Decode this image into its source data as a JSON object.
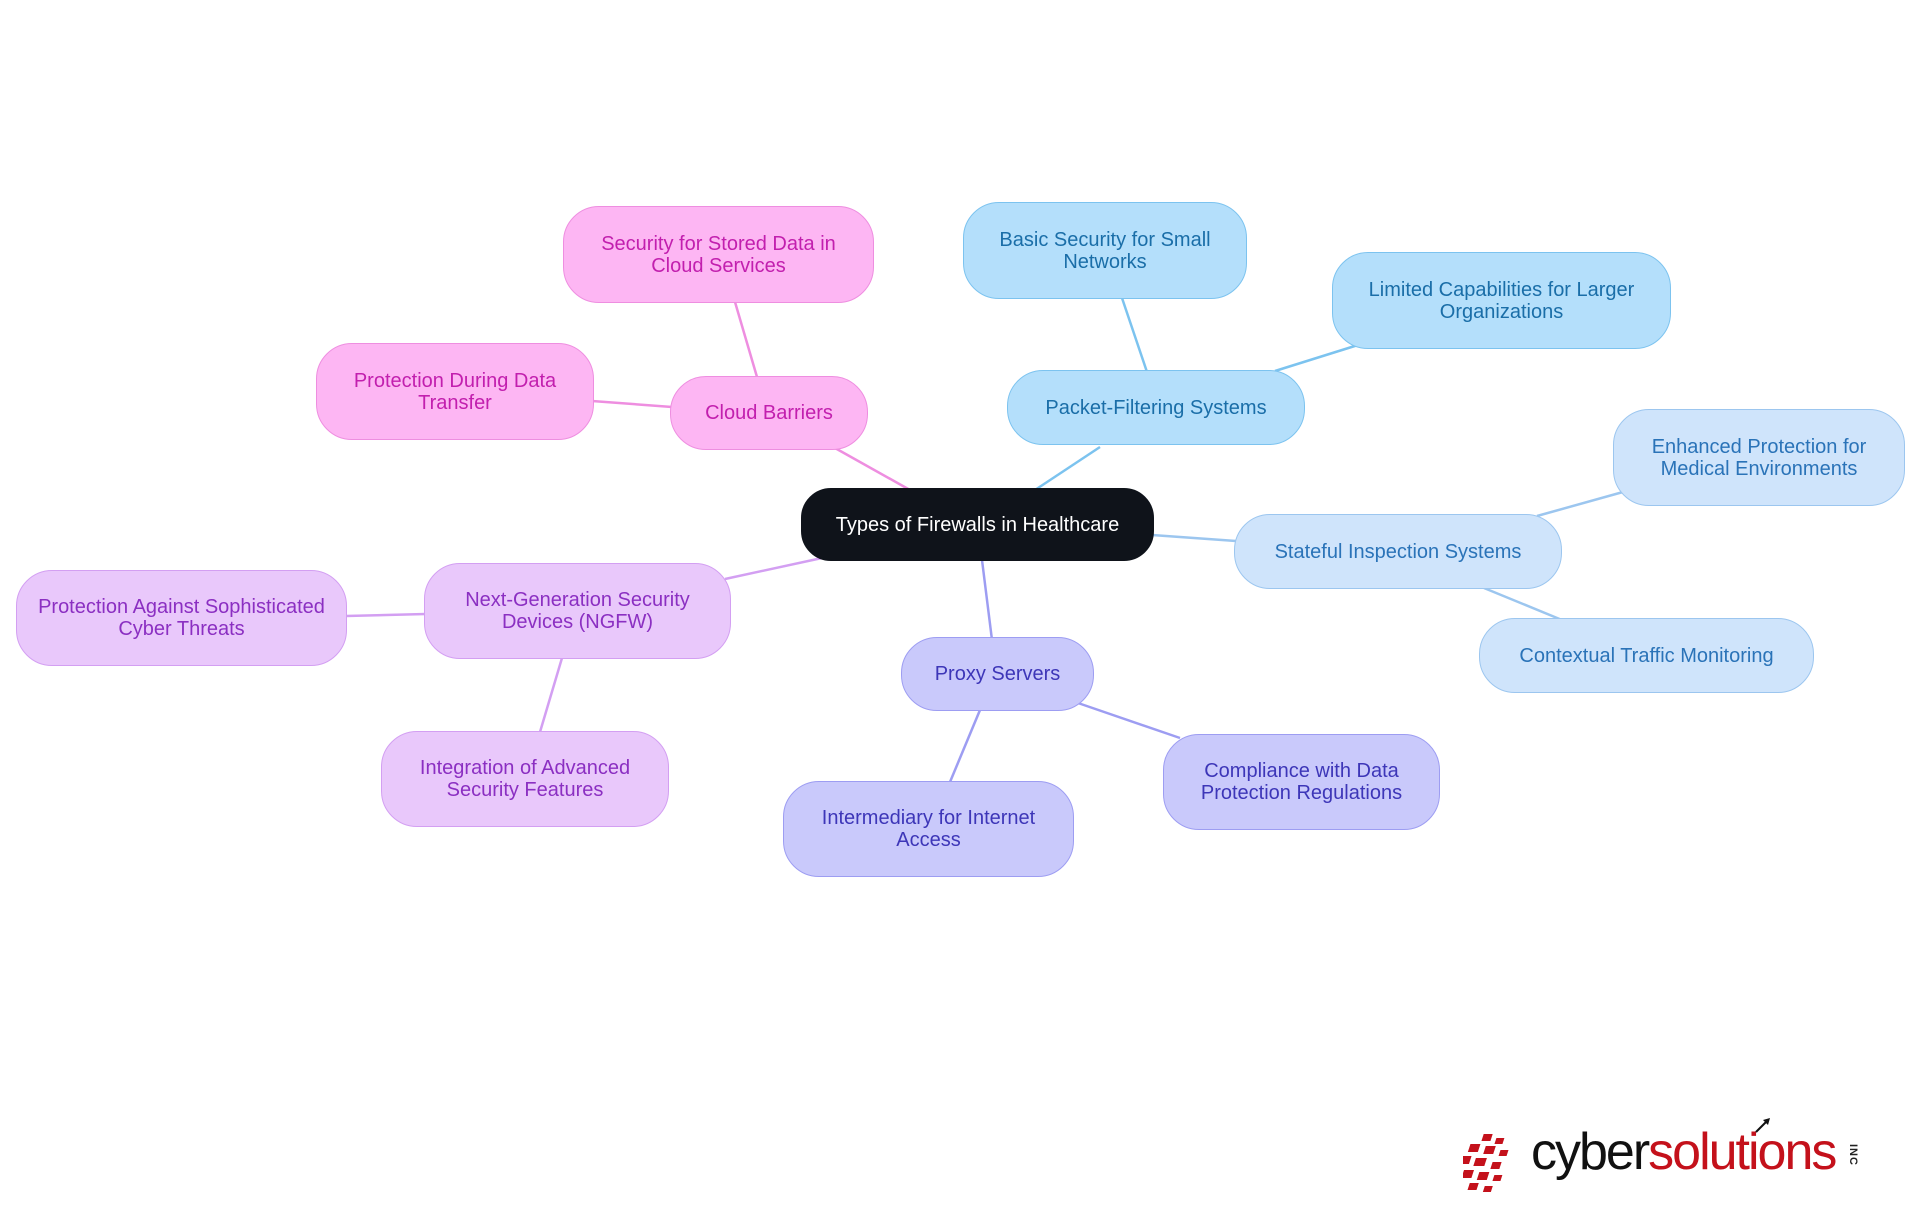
{
  "diagram": {
    "root": "Types of Firewalls in Healthcare",
    "branches": {
      "cloud": {
        "label": "Cloud Barriers",
        "children": [
          "Security for Stored Data in Cloud Services",
          "Protection During Data Transfer"
        ]
      },
      "packet": {
        "label": "Packet-Filtering Systems",
        "children": [
          "Basic Security for Small Networks",
          "Limited Capabilities for Larger Organizations"
        ]
      },
      "stateful": {
        "label": "Stateful Inspection Systems",
        "children": [
          "Enhanced Protection for Medical Environments",
          "Contextual Traffic Monitoring"
        ]
      },
      "proxy": {
        "label": "Proxy Servers",
        "children": [
          "Compliance with Data Protection Regulations",
          "Intermediary for Internet Access"
        ]
      },
      "ngfw": {
        "label": "Next-Generation Security Devices (NGFW)",
        "children": [
          "Protection Against Sophisticated Cyber Threats",
          "Integration of Advanced Security Features"
        ]
      }
    }
  },
  "logo": {
    "word1": "cyber",
    "word2": "solutions",
    "suffix": "INC"
  },
  "colors": {
    "root": "#0f131a",
    "cloud": "#fdb6f3",
    "packet": "#b4dffb",
    "stateful": "#cfe4fb",
    "proxy": "#c9c9fb",
    "ngfw": "#e9c8fb",
    "logo_red": "#c4111b"
  }
}
